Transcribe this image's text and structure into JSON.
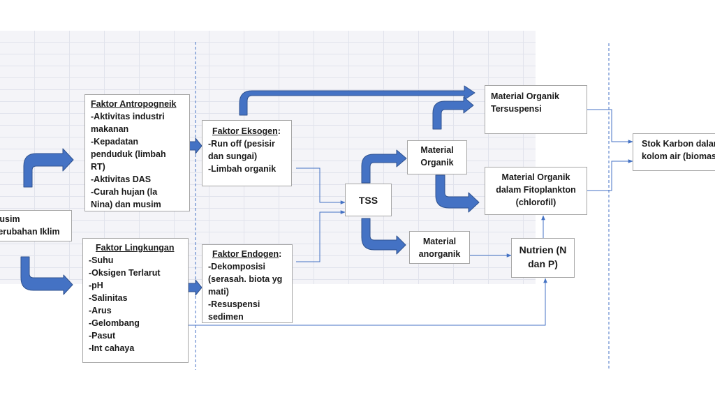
{
  "diagram": {
    "musim_box": {
      "lines": [
        "Musim",
        "Perubahan Iklim"
      ]
    },
    "antropogenik": {
      "title": "Faktor  Antropogneik",
      "lines": [
        "-Aktivitas industri",
        "makanan",
        "-Kepadatan",
        "penduduk (limbah",
        "RT)",
        "-Aktivitas DAS",
        "-Curah hujan (la",
        "Nina) dan musim"
      ]
    },
    "lingkungan": {
      "title": "Faktor Lingkungan",
      "lines": [
        "-Suhu",
        "-Oksigen Terlarut",
        "-pH",
        "-Salinitas",
        "-Arus",
        "-Gelombang",
        "-Pasut",
        "-Int cahaya"
      ]
    },
    "eksogen": {
      "title": "Faktor Eksogen",
      "title_suffix": ":",
      "lines": [
        "-Run off (pesisir",
        "dan sungai)",
        "-Limbah organik"
      ]
    },
    "endogen": {
      "title": "Faktor Endogen",
      "title_suffix": ":",
      "lines": [
        "-Dekomposisi",
        "(serasah. biota yg",
        "mati)",
        "-Resuspensi",
        "sedimen"
      ]
    },
    "tss": {
      "label": "TSS"
    },
    "material_organik": {
      "lines": [
        "Material",
        "Organik"
      ]
    },
    "material_anorganik": {
      "lines": [
        "Material",
        "anorganik"
      ]
    },
    "mo_tersuspensi": {
      "lines": [
        "Material  Organik",
        "Tersuspensi"
      ]
    },
    "mo_fitoplankton": {
      "lines": [
        "Material  Organik",
        "dalam Fitoplankton",
        "(chlorofil)"
      ]
    },
    "nutrien": {
      "lines": [
        "Nutrien (N",
        "dan P)"
      ]
    },
    "stok_karbon": {
      "lines": [
        "Stok Karbon dalam",
        "kolom air (biomassa)"
      ]
    }
  },
  "colors": {
    "arrow_fill": "#4472c4",
    "arrow_stroke": "#2f528f",
    "connector": "#4472c4",
    "dashed_divider": "#4472c4",
    "box_border": "#a6a6a6",
    "grid_background": "#f4f4f8"
  }
}
